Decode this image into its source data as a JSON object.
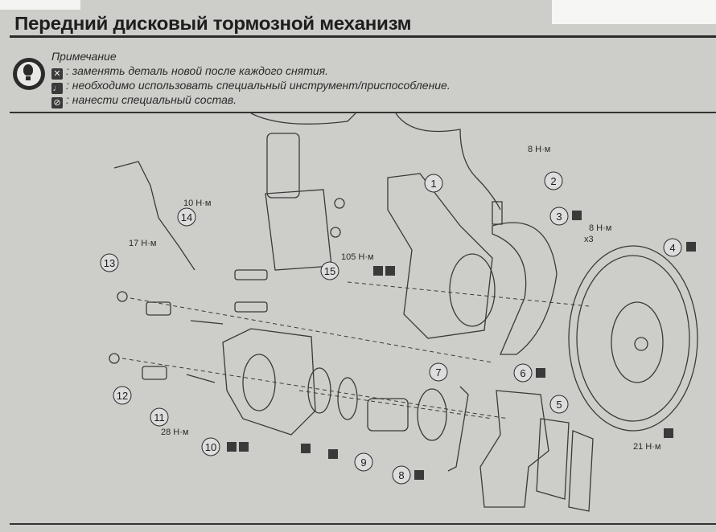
{
  "title": "Передний дисковый тормозной механизм",
  "note": {
    "heading": "Примечание",
    "lines": [
      {
        "symbol": "✕",
        "text": ": заменять деталь новой после каждого снятия."
      },
      {
        "symbol": "♩",
        "text": ": необходимо использовать специальный инструмент/приспособление."
      },
      {
        "symbol": "⊘",
        "text": ": нанести специальный состав."
      }
    ]
  },
  "callouts": {
    "c1": "1",
    "c2": "2",
    "c3": "3",
    "c4": "4",
    "c5": "5",
    "c6": "6",
    "c7": "7",
    "c8": "8",
    "c9": "9",
    "c10": "10",
    "c11": "11",
    "c12": "12",
    "c13": "13",
    "c14": "14",
    "c15": "15"
  },
  "torques": {
    "t_sensor": "8 Н·м",
    "t_shield": "8 Н·м",
    "t_shield_mult": "x3",
    "t_hose": "10 Н·м",
    "t_line": "17 Н·м",
    "t_knuckle": "105 Н·м",
    "t_guide": "28 Н·м",
    "t_disc": "21 Н·м"
  },
  "colors": {
    "ink": "#2a2a2a",
    "paper": "#cdcdc9"
  }
}
